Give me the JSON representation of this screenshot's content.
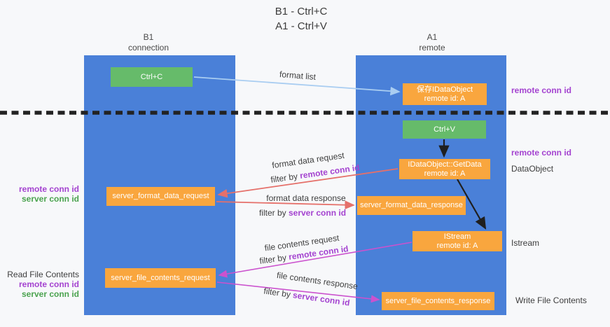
{
  "title": {
    "line1": "B1 - Ctrl+C",
    "line2": "A1 - Ctrl+V"
  },
  "lanes": {
    "left": {
      "line1": "B1",
      "line2": "connection"
    },
    "right": {
      "line1": "A1",
      "line2": "remote"
    }
  },
  "nodes": {
    "ctrl_c": {
      "label": "Ctrl+C"
    },
    "save_dataobject": {
      "line1": "保存IDataObject",
      "line2": "remote id: A"
    },
    "ctrl_v": {
      "label": "Ctrl+V"
    },
    "getdata": {
      "line1": "IDataObject::GetData",
      "line2": "remote id: A"
    },
    "server_format_data_request": {
      "label": "server_format_data_request"
    },
    "server_format_data_response": {
      "label": "server_format_data_response"
    },
    "istream": {
      "line1": "IStream",
      "line2": "remote id: A"
    },
    "server_file_contents_request": {
      "label": "server_file_contents_request"
    },
    "server_file_contents_response": {
      "label": "server_file_contents_response"
    }
  },
  "side_labels": {
    "right_remote_conn_id_top": "remote conn id",
    "right_remote_conn_id_mid": "remote conn id",
    "dataobject": "DataObject",
    "istream": "Istream",
    "write_file_contents": "Write File Contents",
    "read_file_contents": "Read File Contents",
    "left_remote_conn_id_mid": "remote conn id",
    "left_server_conn_id_mid": "server conn id",
    "left_remote_conn_id_bottom": "remote conn id",
    "left_server_conn_id_bottom": "server conn id"
  },
  "flow_labels": {
    "format_list": "format list",
    "format_request": {
      "title": "format data request",
      "filter_prefix": "filter by ",
      "filter_key": "remote conn id"
    },
    "format_response": {
      "title": "format data response",
      "filter_prefix": "filter by ",
      "filter_key": "server conn id"
    },
    "file_request": {
      "title": "file contents request",
      "filter_prefix": "filter by ",
      "filter_key": "remote conn id"
    },
    "file_response": {
      "title": "file contents response",
      "filter_prefix": "filter by ",
      "filter_key": "server conn id"
    }
  },
  "colors": {
    "lane_blue": "#4a80d8",
    "node_green": "#66bb6a",
    "node_orange": "#f9a63e",
    "arrow_lightblue": "#a9cdf1",
    "arrow_black": "#1f1f1f",
    "arrow_red": "#e5706a",
    "arrow_magenta": "#cb52ce",
    "text_purple": "#a443d0",
    "text_green": "#4ba34f",
    "dashed_line": "#222222"
  }
}
